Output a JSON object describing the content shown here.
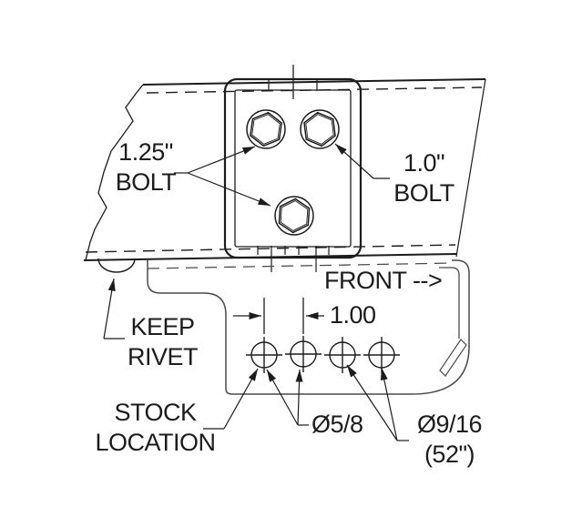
{
  "drawing": {
    "title": "bracket-bolt-technical-drawing",
    "colors": {
      "line": "#1c1c1c",
      "thin_line": "#4a4a4a",
      "background": "#ffffff"
    },
    "labels": {
      "bolt_125": {
        "line1": "1.25\"",
        "line2": "BOLT"
      },
      "bolt_10": {
        "line1": "1.0\"",
        "line2": "BOLT"
      },
      "front": "FRONT -->",
      "dim_spacing": "1.00",
      "keep_rivet": {
        "line1": "KEEP",
        "line2": "RIVET"
      },
      "stock_location": {
        "line1": "STOCK",
        "line2": "LOCATION"
      },
      "dia_five_eighths": "Ø5/8",
      "dia_nine_sixteenths": {
        "line1": "Ø9/16",
        "line2": "(52\")"
      }
    }
  }
}
